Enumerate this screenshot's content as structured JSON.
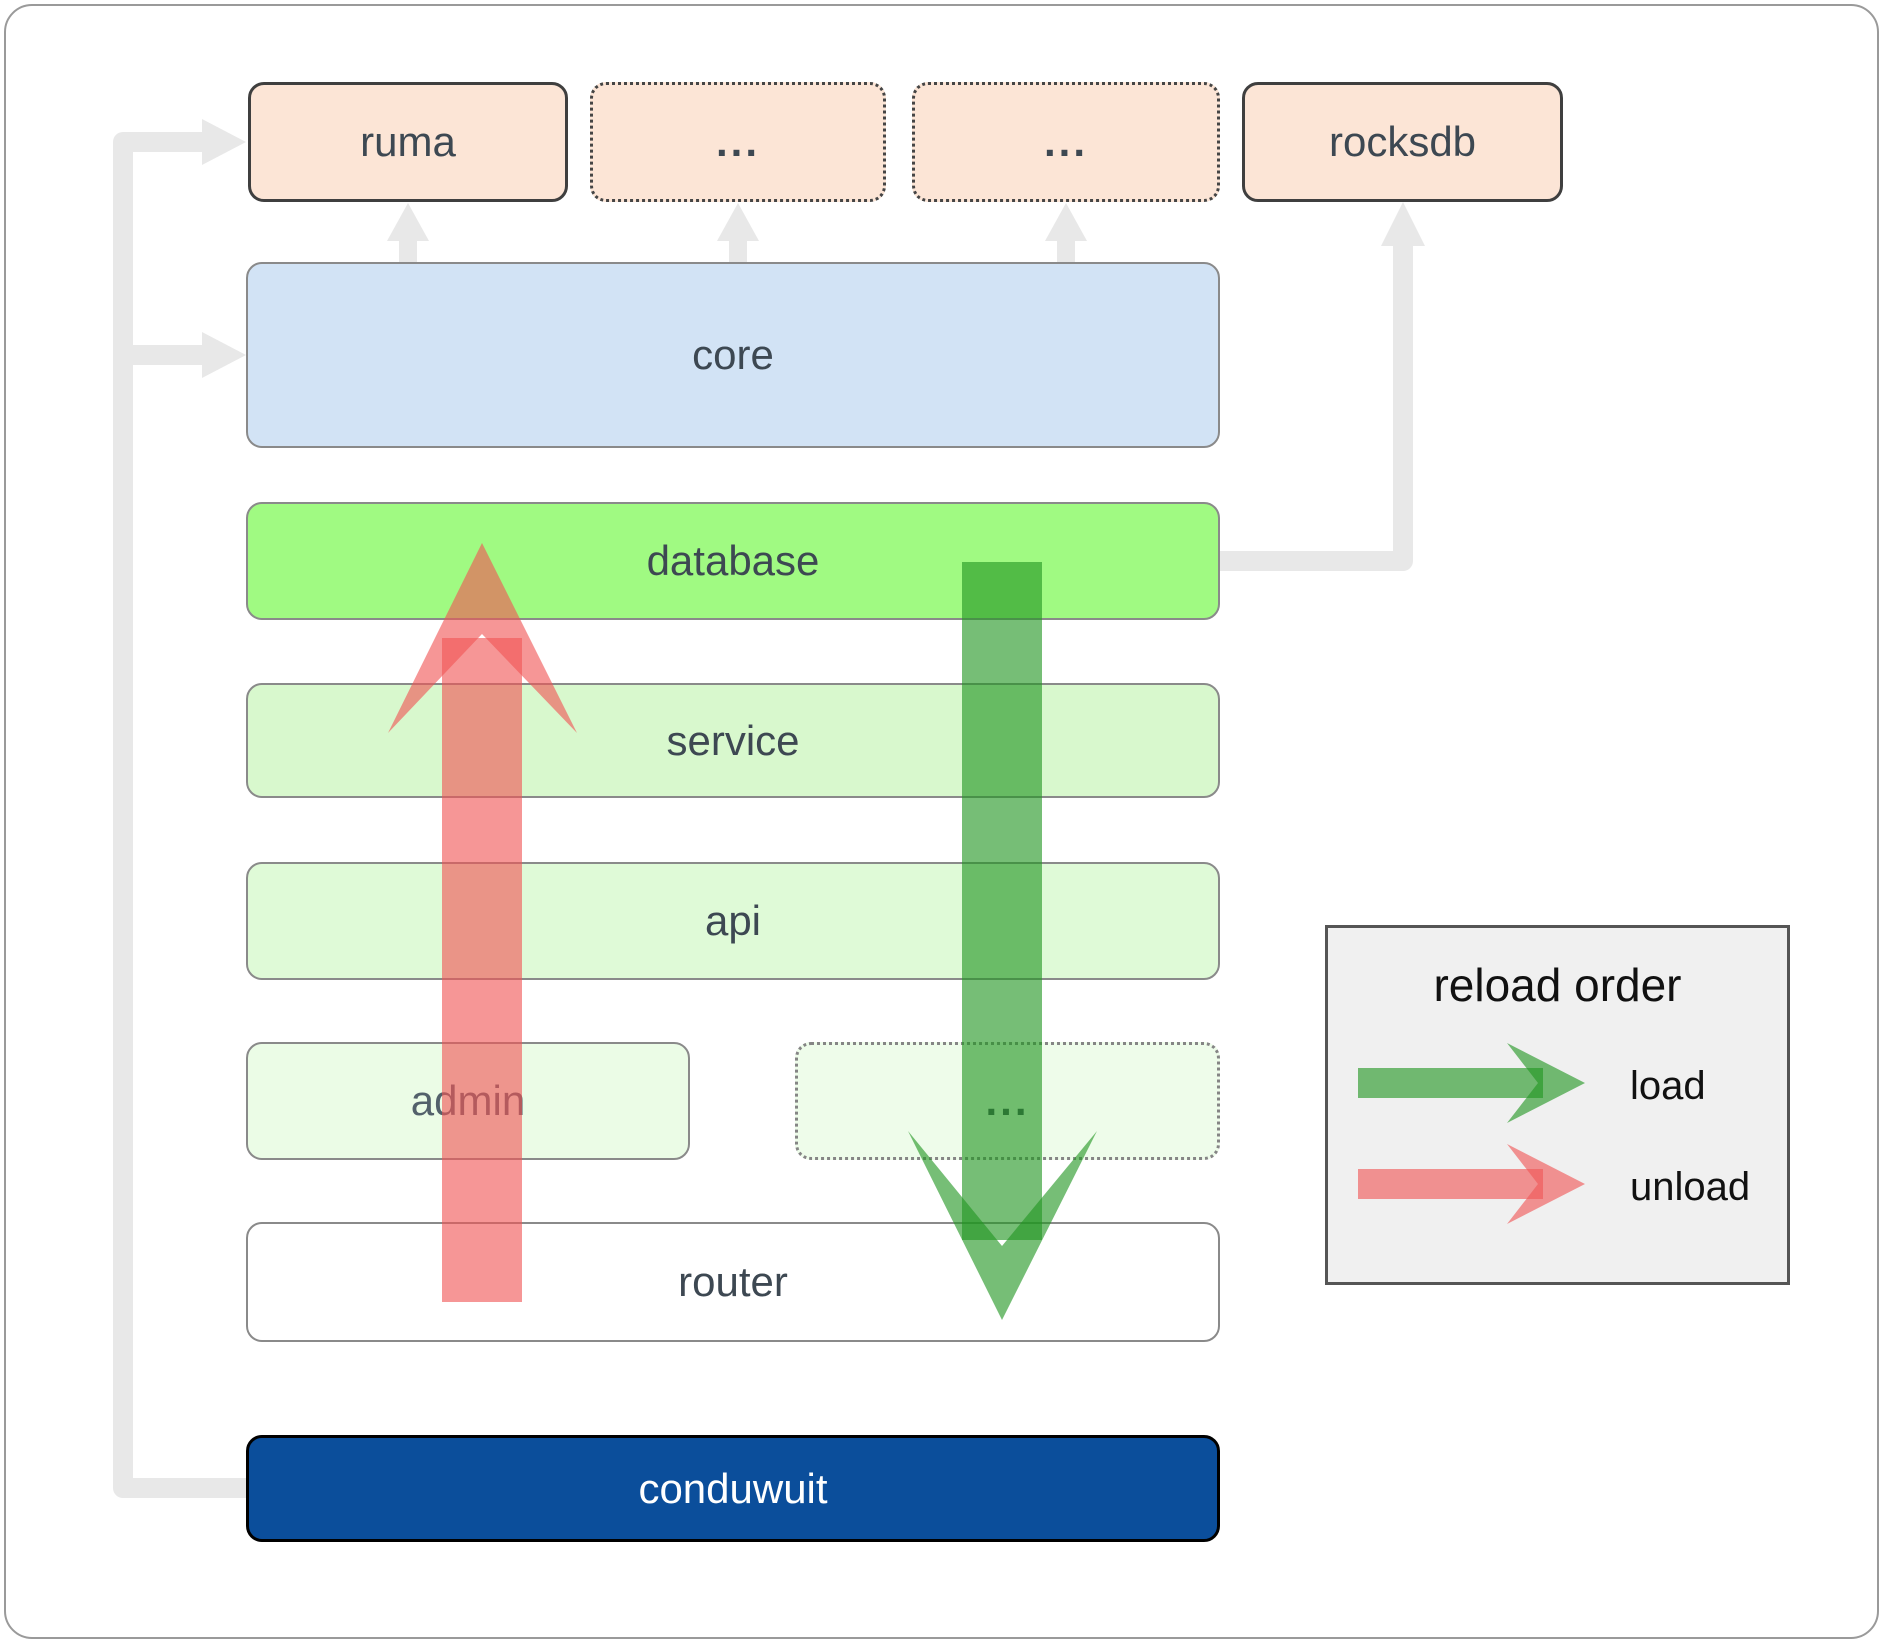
{
  "boxes": {
    "ruma": {
      "label": "ruma"
    },
    "dots1": {
      "label": "..."
    },
    "dots2": {
      "label": "..."
    },
    "rocksdb": {
      "label": "rocksdb"
    },
    "core": {
      "label": "core"
    },
    "database": {
      "label": "database"
    },
    "service": {
      "label": "service"
    },
    "api": {
      "label": "api"
    },
    "admin": {
      "label": "admin"
    },
    "admin_dots": {
      "label": "..."
    },
    "router": {
      "label": "router"
    },
    "conduwuit": {
      "label": "conduwuit"
    }
  },
  "legend": {
    "title": "reload order",
    "load_label": "load",
    "unload_label": "unload"
  },
  "colors": {
    "peach_fill": "#fce5d6",
    "core_fill": "#d2e3f5",
    "database_fill": "#a0fa82",
    "service_fill": "#d8f8cd",
    "api_fill": "#dffad7",
    "admin_fill": "#ebfce6",
    "admin_dots_fill": "#eefcea",
    "router_fill": "#ffffff",
    "conduwuit_fill": "#0b4e9b",
    "load_green": "#229622",
    "unload_red": "#f05555",
    "connector_gray": "#e8e8e8",
    "legend_bg": "#f0f0f0",
    "label_color": "#3d4852"
  }
}
